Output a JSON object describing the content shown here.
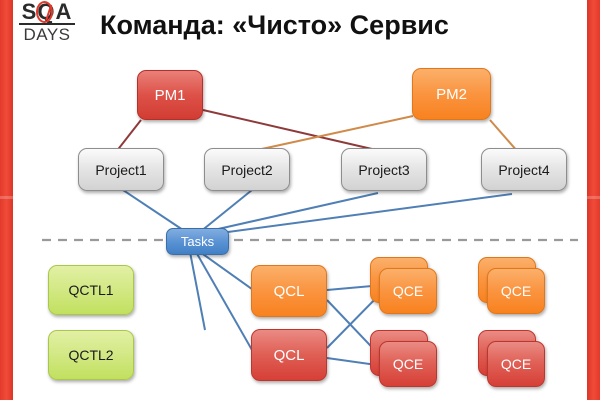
{
  "slide": {
    "title": "Команда: «Чисто» Сервис",
    "background_color": "#ffffff",
    "stripe_color": "#ef4233"
  },
  "logo": {
    "name": "sqa-days-logo",
    "top_text": "SQA",
    "bottom_text": "DAYS",
    "mark_color": "#e0392b"
  },
  "diagram": {
    "managers": [
      {
        "id": "pm1",
        "label": "PM1",
        "color": "#dd5148"
      },
      {
        "id": "pm2",
        "label": "PM2",
        "color": "#fa9440"
      }
    ],
    "projects": [
      {
        "id": "project1",
        "label": "Project1",
        "color": "#e6e6e6"
      },
      {
        "id": "project2",
        "label": "Project2",
        "color": "#e6e6e6"
      },
      {
        "id": "project3",
        "label": "Project3",
        "color": "#e6e6e6"
      },
      {
        "id": "project4",
        "label": "Project4",
        "color": "#e6e6e6"
      }
    ],
    "hub": {
      "id": "tasks",
      "label": "Tasks",
      "color": "#5b93d4"
    },
    "leads": [
      {
        "id": "qctl1",
        "label": "QCTL1",
        "color": "#d2e884"
      },
      {
        "id": "qctl2",
        "label": "QCTL2",
        "color": "#d2e884"
      }
    ],
    "qc_leads": [
      {
        "id": "qcl-orange",
        "label": "QCL",
        "color": "#fa9440"
      },
      {
        "id": "qcl-red",
        "label": "QCL",
        "color": "#e06258"
      }
    ],
    "engineers": [
      {
        "id": "qce-orange-1",
        "label": "QCE",
        "color": "#fa9440"
      },
      {
        "id": "qce-orange-2",
        "label": "QCE",
        "color": "#fa9440"
      },
      {
        "id": "qce-red-1",
        "label": "QCE",
        "color": "#e06258"
      },
      {
        "id": "qce-red-2",
        "label": "QCE",
        "color": "#e06258"
      }
    ],
    "divider": {
      "style": "dashed",
      "color": "#9a9a9a"
    },
    "edge_colors": {
      "pm1": "#8e3a3a",
      "pm2": "#d08a4a",
      "tasks": "#4f7fb5",
      "qcl": "#4f7fb5"
    }
  }
}
